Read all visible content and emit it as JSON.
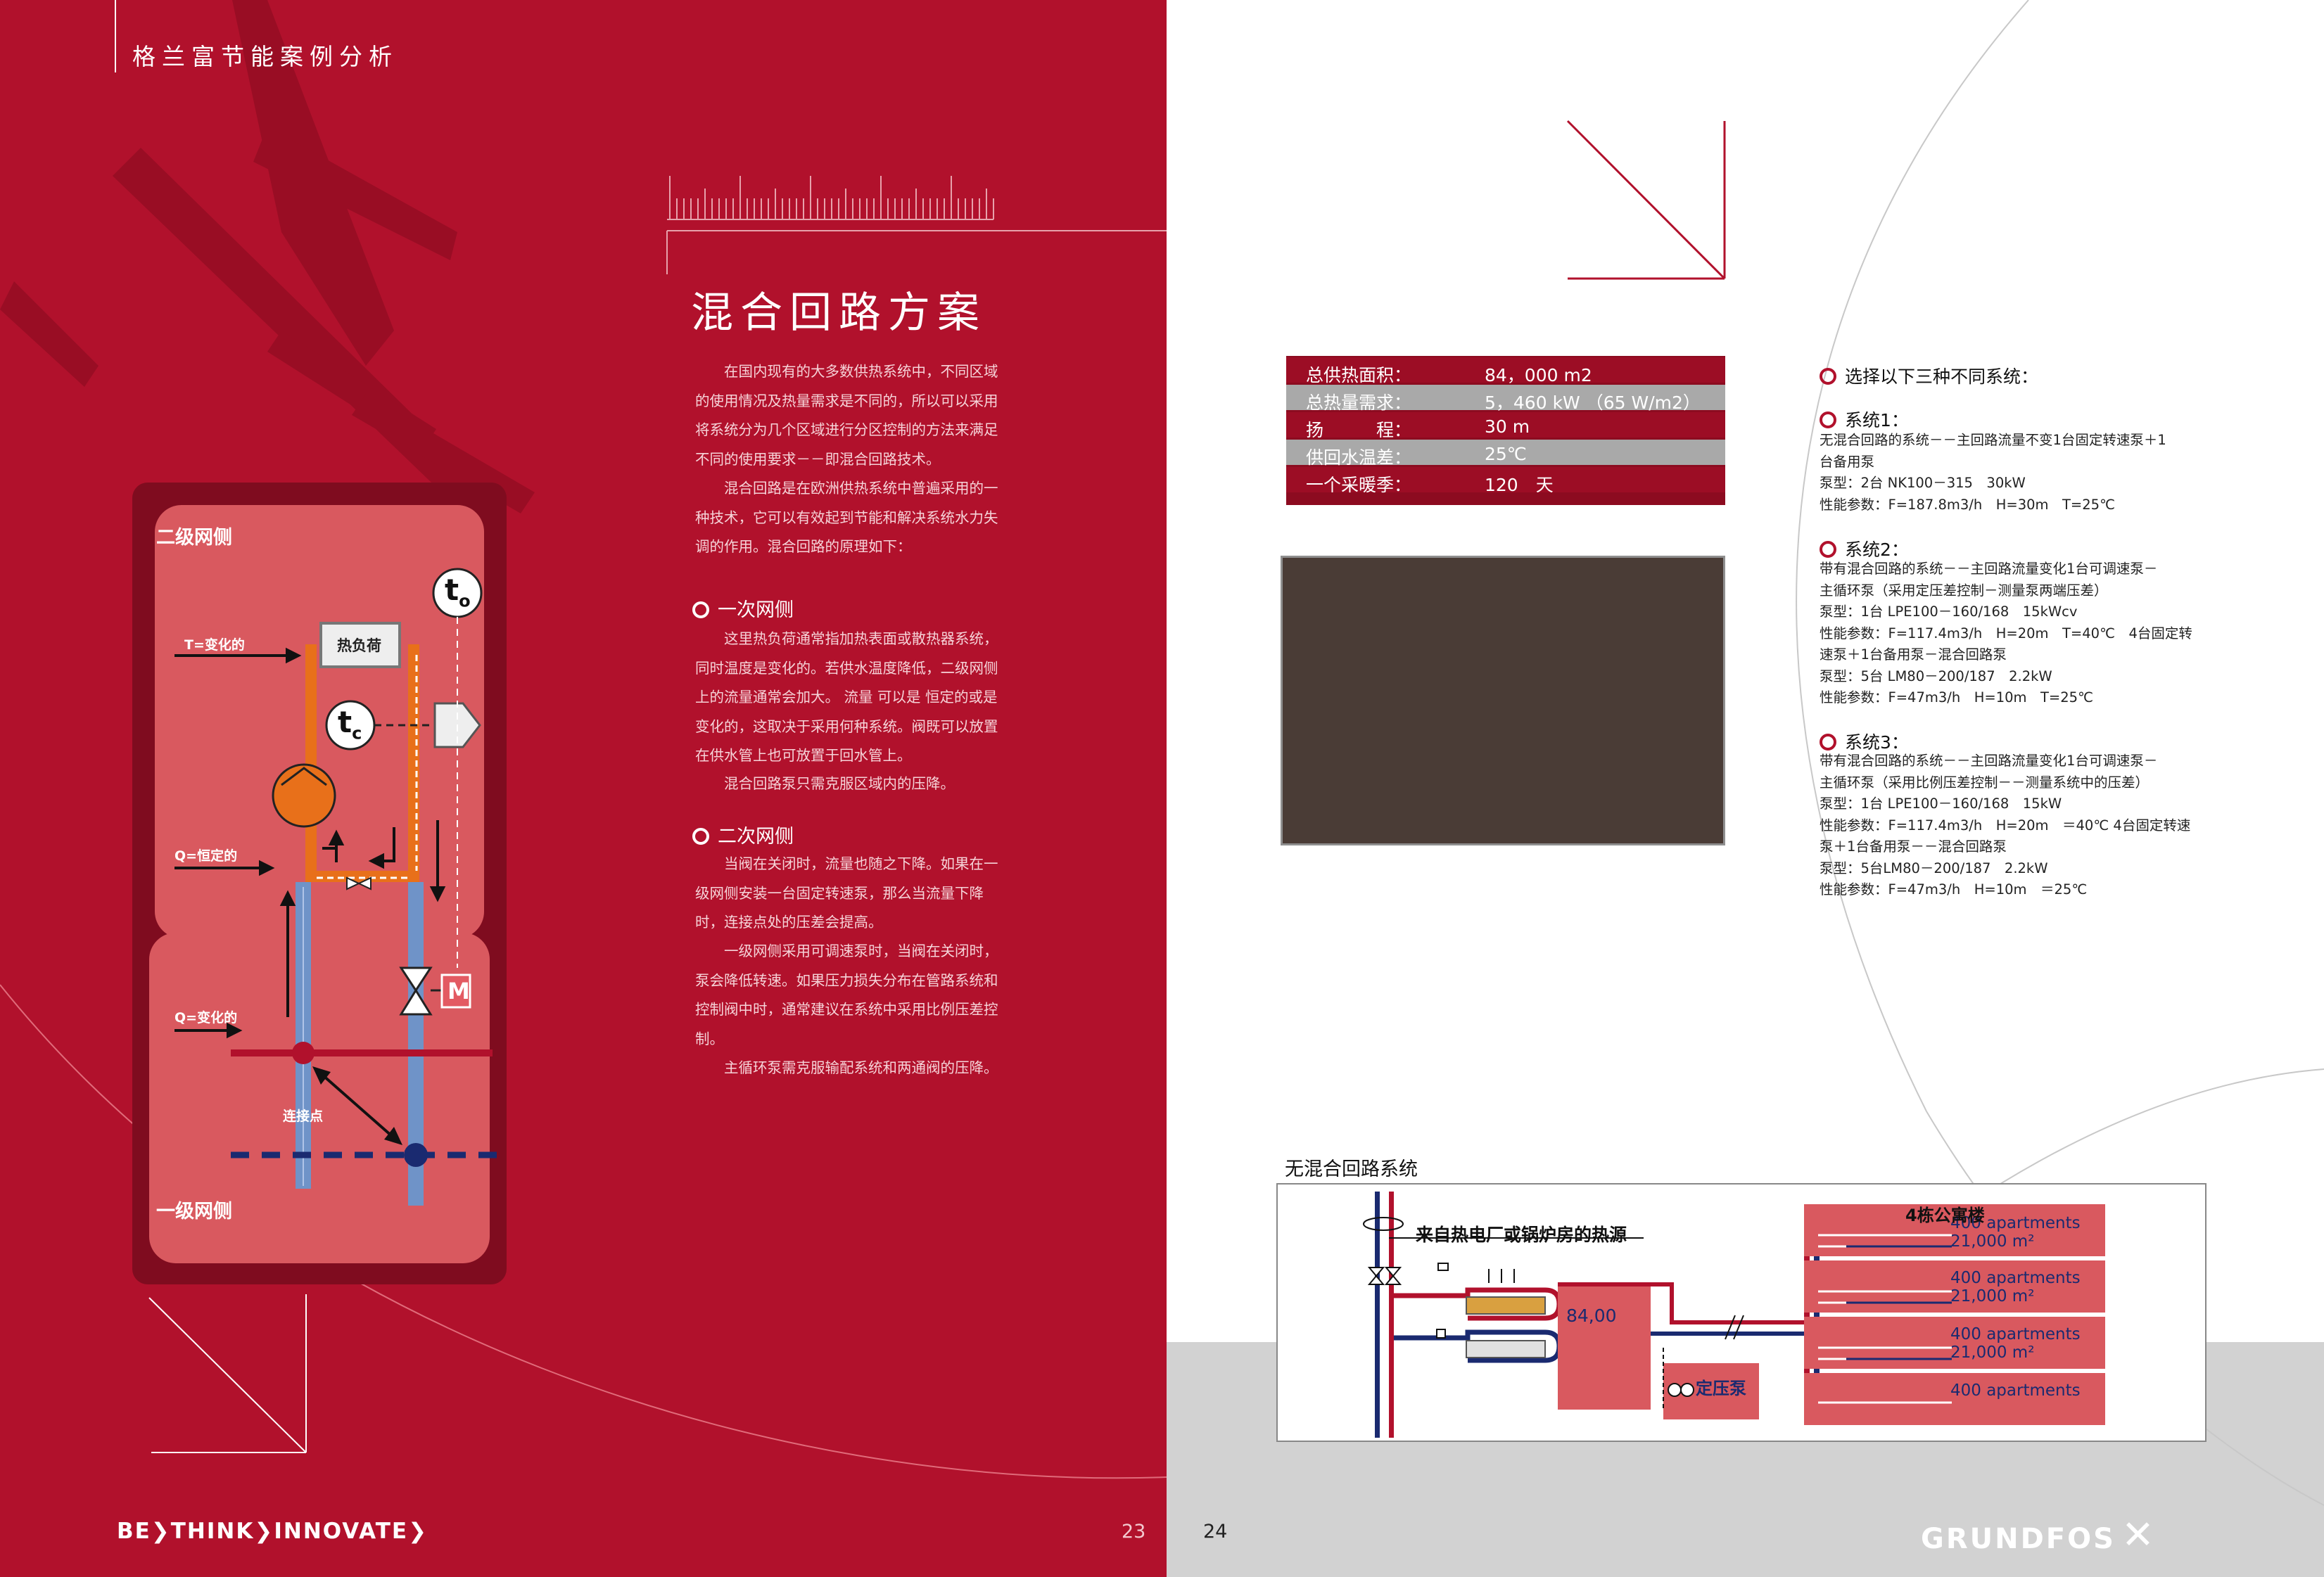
{
  "left_page": {
    "header": "格兰富节能案例分析",
    "title": "混合回路方案",
    "intro_paragraphs": [
      "在国内现有的大多数供热系统中，不同区域的使用情况及热量需求是不同的，所以可以采用将系统分为几个区域进行分区控制的方法来满足不同的使用要求－－即混合回路技术。",
      "混合回路是在欧洲供热系统中普遍采用的一种技术，它可以有效起到节能和解决系统水力失调的作用。混合回路的原理如下："
    ],
    "section1": {
      "heading": "一次网侧",
      "paragraphs": [
        "这里热负荷通常指加热表面或散热器系统，同时温度是变化的。若供水温度降低，二级网侧上的流量通常会加大。 流量 可以是 恒定的或是变化的，这取决于采用何种系统。阀既可以放置在供水管上也可放置于回水管上。",
        "混合回路泵只需克服区域内的压降。"
      ]
    },
    "section2": {
      "heading": "二次网侧",
      "paragraphs": [
        "当阀在关闭时，流量也随之下降。如果在一级网侧安装一台固定转速泵，那么当流量下降时，连接点处的压差会提高。",
        "一级网侧采用可调速泵时，当阀在关闭时，泵会降低转速。如果压力损失分布在管路系统和控制阀中时，通常建议在系统中采用比例压差控制。",
        "主循环泵需克服输配系统和两通阀的压降。"
      ]
    },
    "diagram": {
      "secondary_label": "二级网侧",
      "primary_label": "一级网侧",
      "t_label": "T=变化的",
      "q_const_label": "Q=恒定的",
      "q_var_label": "Q=变化的",
      "connection_label": "连接点",
      "load_label": "热负荷",
      "to_symbol": "t",
      "to_sub": "o",
      "tc_symbol": "t",
      "tc_sub": "c",
      "motor_label": "M"
    },
    "footer_slogan": "BE❯THINK❯INNOVATE❯",
    "page_number": "23"
  },
  "right_page": {
    "page_number": "24",
    "brand": "GRUNDFOS",
    "spec_table": [
      {
        "label": "总供热面积：",
        "value": "84，000 m2"
      },
      {
        "label": "总热量需求：",
        "value": "5，460 kW （65 W/m2）"
      },
      {
        "label": "扬　　　程：",
        "value": "30 m"
      },
      {
        "label": "供回水温差：",
        "value": "25℃"
      },
      {
        "label": "一个采暖季：",
        "value": "120　天"
      }
    ],
    "select_heading": "选择以下三种不同系统：",
    "systems": [
      {
        "heading": "系统1：",
        "lines": [
          "无混合回路的系统－－主回路流量不变1台固定转速泵＋1",
          "台备用泵",
          "泵型：2台 NK100－315　30kW",
          "性能参数：F=187.8m3/h　H=30m　T=25℃"
        ]
      },
      {
        "heading": "系统2：",
        "lines": [
          "带有混合回路的系统－－主回路流量变化1台可调速泵－",
          "主循环泵（采用定压差控制－测量泵两端压差）",
          "泵型：1台 LPE100－160/168　15kWcv",
          "性能参数：F=117.4m3/h　H=20m　T=40℃　4台固定转",
          "速泵＋1台备用泵－混合回路泵",
          "泵型：5台 LM80－200/187　2.2kW",
          "性能参数：F=47m3/h　H=10m　T=25℃"
        ]
      },
      {
        "heading": "系统3：",
        "lines": [
          "带有混合回路的系统－－主回路流量变化1台可调速泵－",
          "主循环泵（采用比例压差控制－－测量系统中的压差）",
          "泵型：1台 LPE100－160/168　15kW",
          "性能参数：F=117.4m3/h　H=20m　＝40℃ 4台固定转速",
          "泵＋1台备用泵－－混合回路泵",
          "泵型：5台LM80－200/187　2.2kW",
          "性能参数：F=47m3/h　H=10m　＝25℃"
        ]
      }
    ],
    "schematic": {
      "caption": "无混合回路系统",
      "source_label": "来自热电厂或锅炉房的热源",
      "boiler_value": "84,00",
      "pump_label": "定压泵",
      "buildings_label": "4栋公寓楼",
      "buildings": [
        {
          "line1": "400 apartments",
          "line2": "21,000 m²"
        },
        {
          "line1": "400 apartments",
          "line2": "21,000 m²"
        },
        {
          "line1": "400 apartments",
          "line2": "21,000 m²"
        },
        {
          "line1": "400 apartments",
          "line2": ""
        }
      ]
    }
  },
  "colors": {
    "brand_red": "#b1112c",
    "panel_pink": "#d9595f",
    "pipe_orange": "#e8701a",
    "pipe_blue": "#6f93c8",
    "navy": "#1a2a70",
    "table_dark": "#9c0d25",
    "table_grey": "#a9a9a9"
  }
}
